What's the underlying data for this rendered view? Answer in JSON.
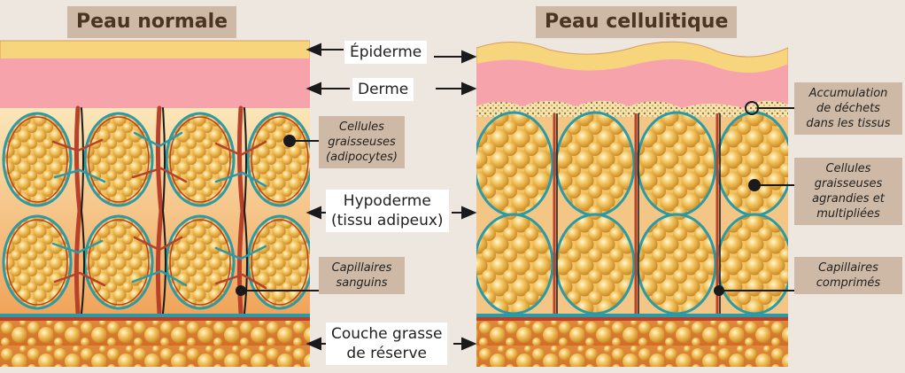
{
  "titles": {
    "normal": "Peau normale",
    "cellulite": "Peau cellulitique"
  },
  "layers": {
    "epidermis": "Épiderme",
    "dermis": "Derme",
    "hypodermis": [
      "Hypoderme",
      "(tissu adipeux)"
    ],
    "reserve_fat": [
      "Couche grasse",
      "de réserve"
    ]
  },
  "callouts_left": {
    "adipocytes": [
      "Cellules",
      "graisseuses",
      "(adipocytes)"
    ],
    "capillaries": [
      "Capillaires",
      "sanguins"
    ]
  },
  "callouts_right": {
    "waste": [
      "Accumulation",
      "de déchets",
      "dans les tissus"
    ],
    "enlarged_cells": [
      "Cellules",
      "graisseuses",
      "agrandies et",
      "multipliées"
    ],
    "compressed_capillaries": [
      "Capillaires",
      "comprimés"
    ]
  },
  "colors": {
    "epidermis": "#f7d57c",
    "dermis": "#f7a3ac",
    "fat_cell": "#e8a73a",
    "vein": "#2a9aa6",
    "artery": "#b7412a",
    "label_bg": "#cdb9a6"
  }
}
